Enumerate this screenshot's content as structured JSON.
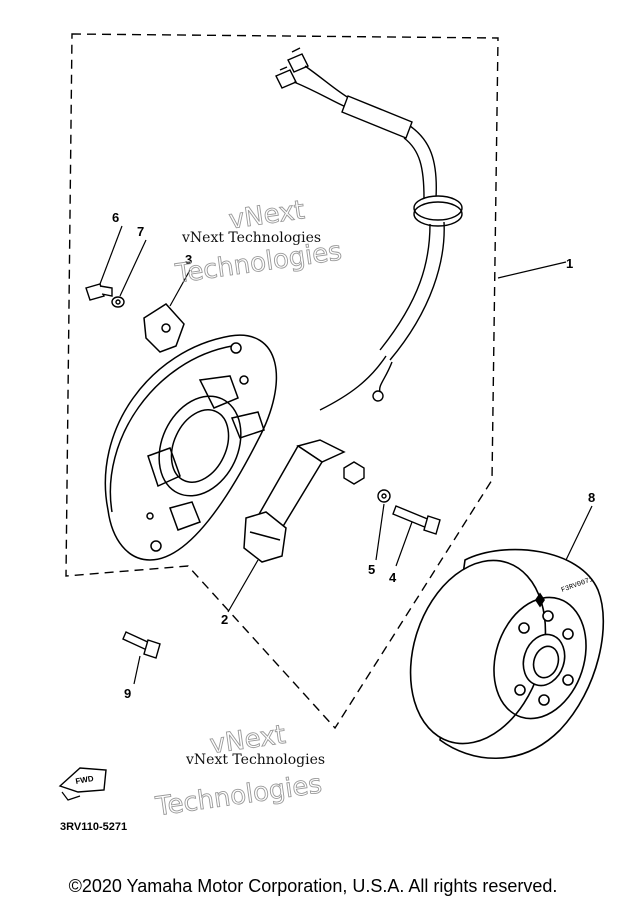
{
  "diagram": {
    "callouts": [
      {
        "id": "1",
        "label": "1"
      },
      {
        "id": "2",
        "label": "2"
      },
      {
        "id": "3",
        "label": "3"
      },
      {
        "id": "4",
        "label": "4"
      },
      {
        "id": "5",
        "label": "5"
      },
      {
        "id": "6",
        "label": "6"
      },
      {
        "id": "7",
        "label": "7"
      },
      {
        "id": "8",
        "label": "8"
      },
      {
        "id": "9",
        "label": "9"
      }
    ],
    "watermark_text": "vNext Technologies",
    "watermark_ghost_line1": "vNext",
    "watermark_ghost_line2": "Technologies",
    "fwd_label": "FWD",
    "flywheel_marking": "F3RV0071",
    "drawing_code": "3RV110-5271"
  },
  "footer": {
    "copyright": "©2020 Yamaha Motor Corporation, U.S.A. All rights reserved."
  }
}
